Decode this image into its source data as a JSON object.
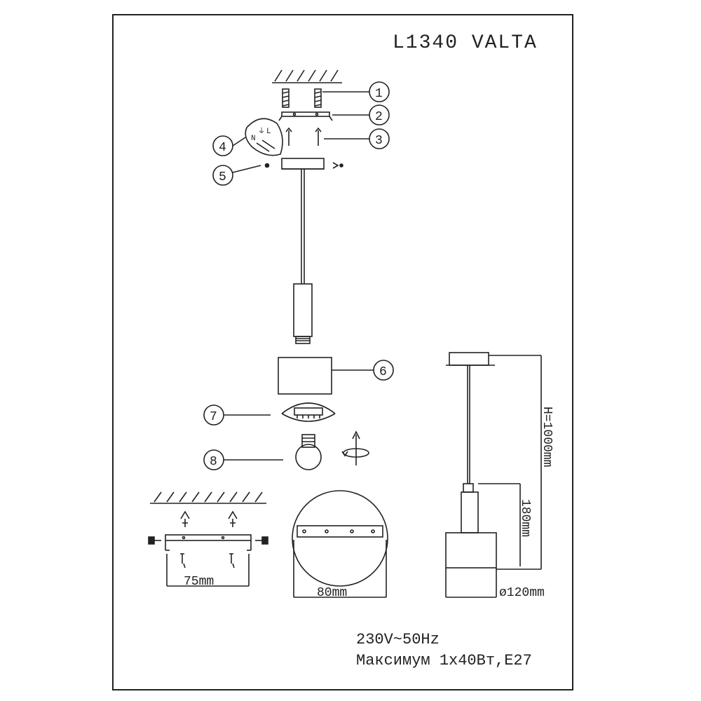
{
  "title": "L1340  VALTA",
  "specs": {
    "voltage": "230V~50Hz",
    "power": "Максимум 1x40Вт,E27"
  },
  "callouts": [
    "1",
    "2",
    "3",
    "4",
    "5",
    "6",
    "7",
    "8"
  ],
  "dimensions": {
    "bracket_width": "75mm",
    "canopy_diameter": "80mm",
    "height_total": "H=1000mm",
    "shade_height": "180mm",
    "shade_diameter": "ø120mm"
  },
  "terminal_labels": {
    "neutral": "N",
    "earth": "⏚",
    "live": "L"
  },
  "colors": {
    "line": "#222222",
    "paper": "#ffffff"
  }
}
